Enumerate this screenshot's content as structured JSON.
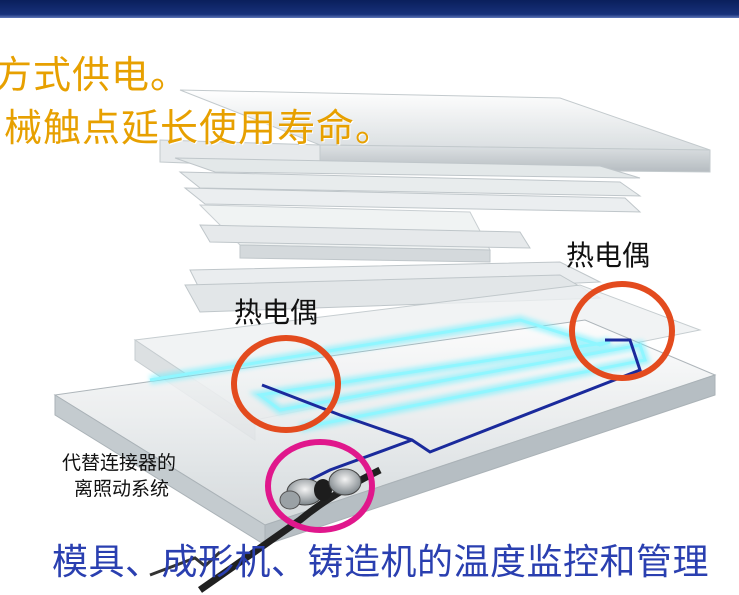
{
  "headlines": {
    "line_1": "方式供电。",
    "line_2": "械触点延长使用寿命。"
  },
  "labels": {
    "thermocouple_right": "热电偶",
    "thermocouple_left": "热电偶",
    "connector_line_1": "代替连接器的",
    "connector_line_2": "离照动系统"
  },
  "caption": "模具、成形机、铸造机的温度监控和管理",
  "colors": {
    "header_bar": "#17317a",
    "headline_text": "#e7a000",
    "caption_text": "#2a3fb0",
    "highlight_circle_red": "#e34b1e",
    "highlight_circle_magenta": "#e0178c",
    "heater_line_cyan": "#66f0ff",
    "wire_dark_blue": "#1a2a9c"
  }
}
